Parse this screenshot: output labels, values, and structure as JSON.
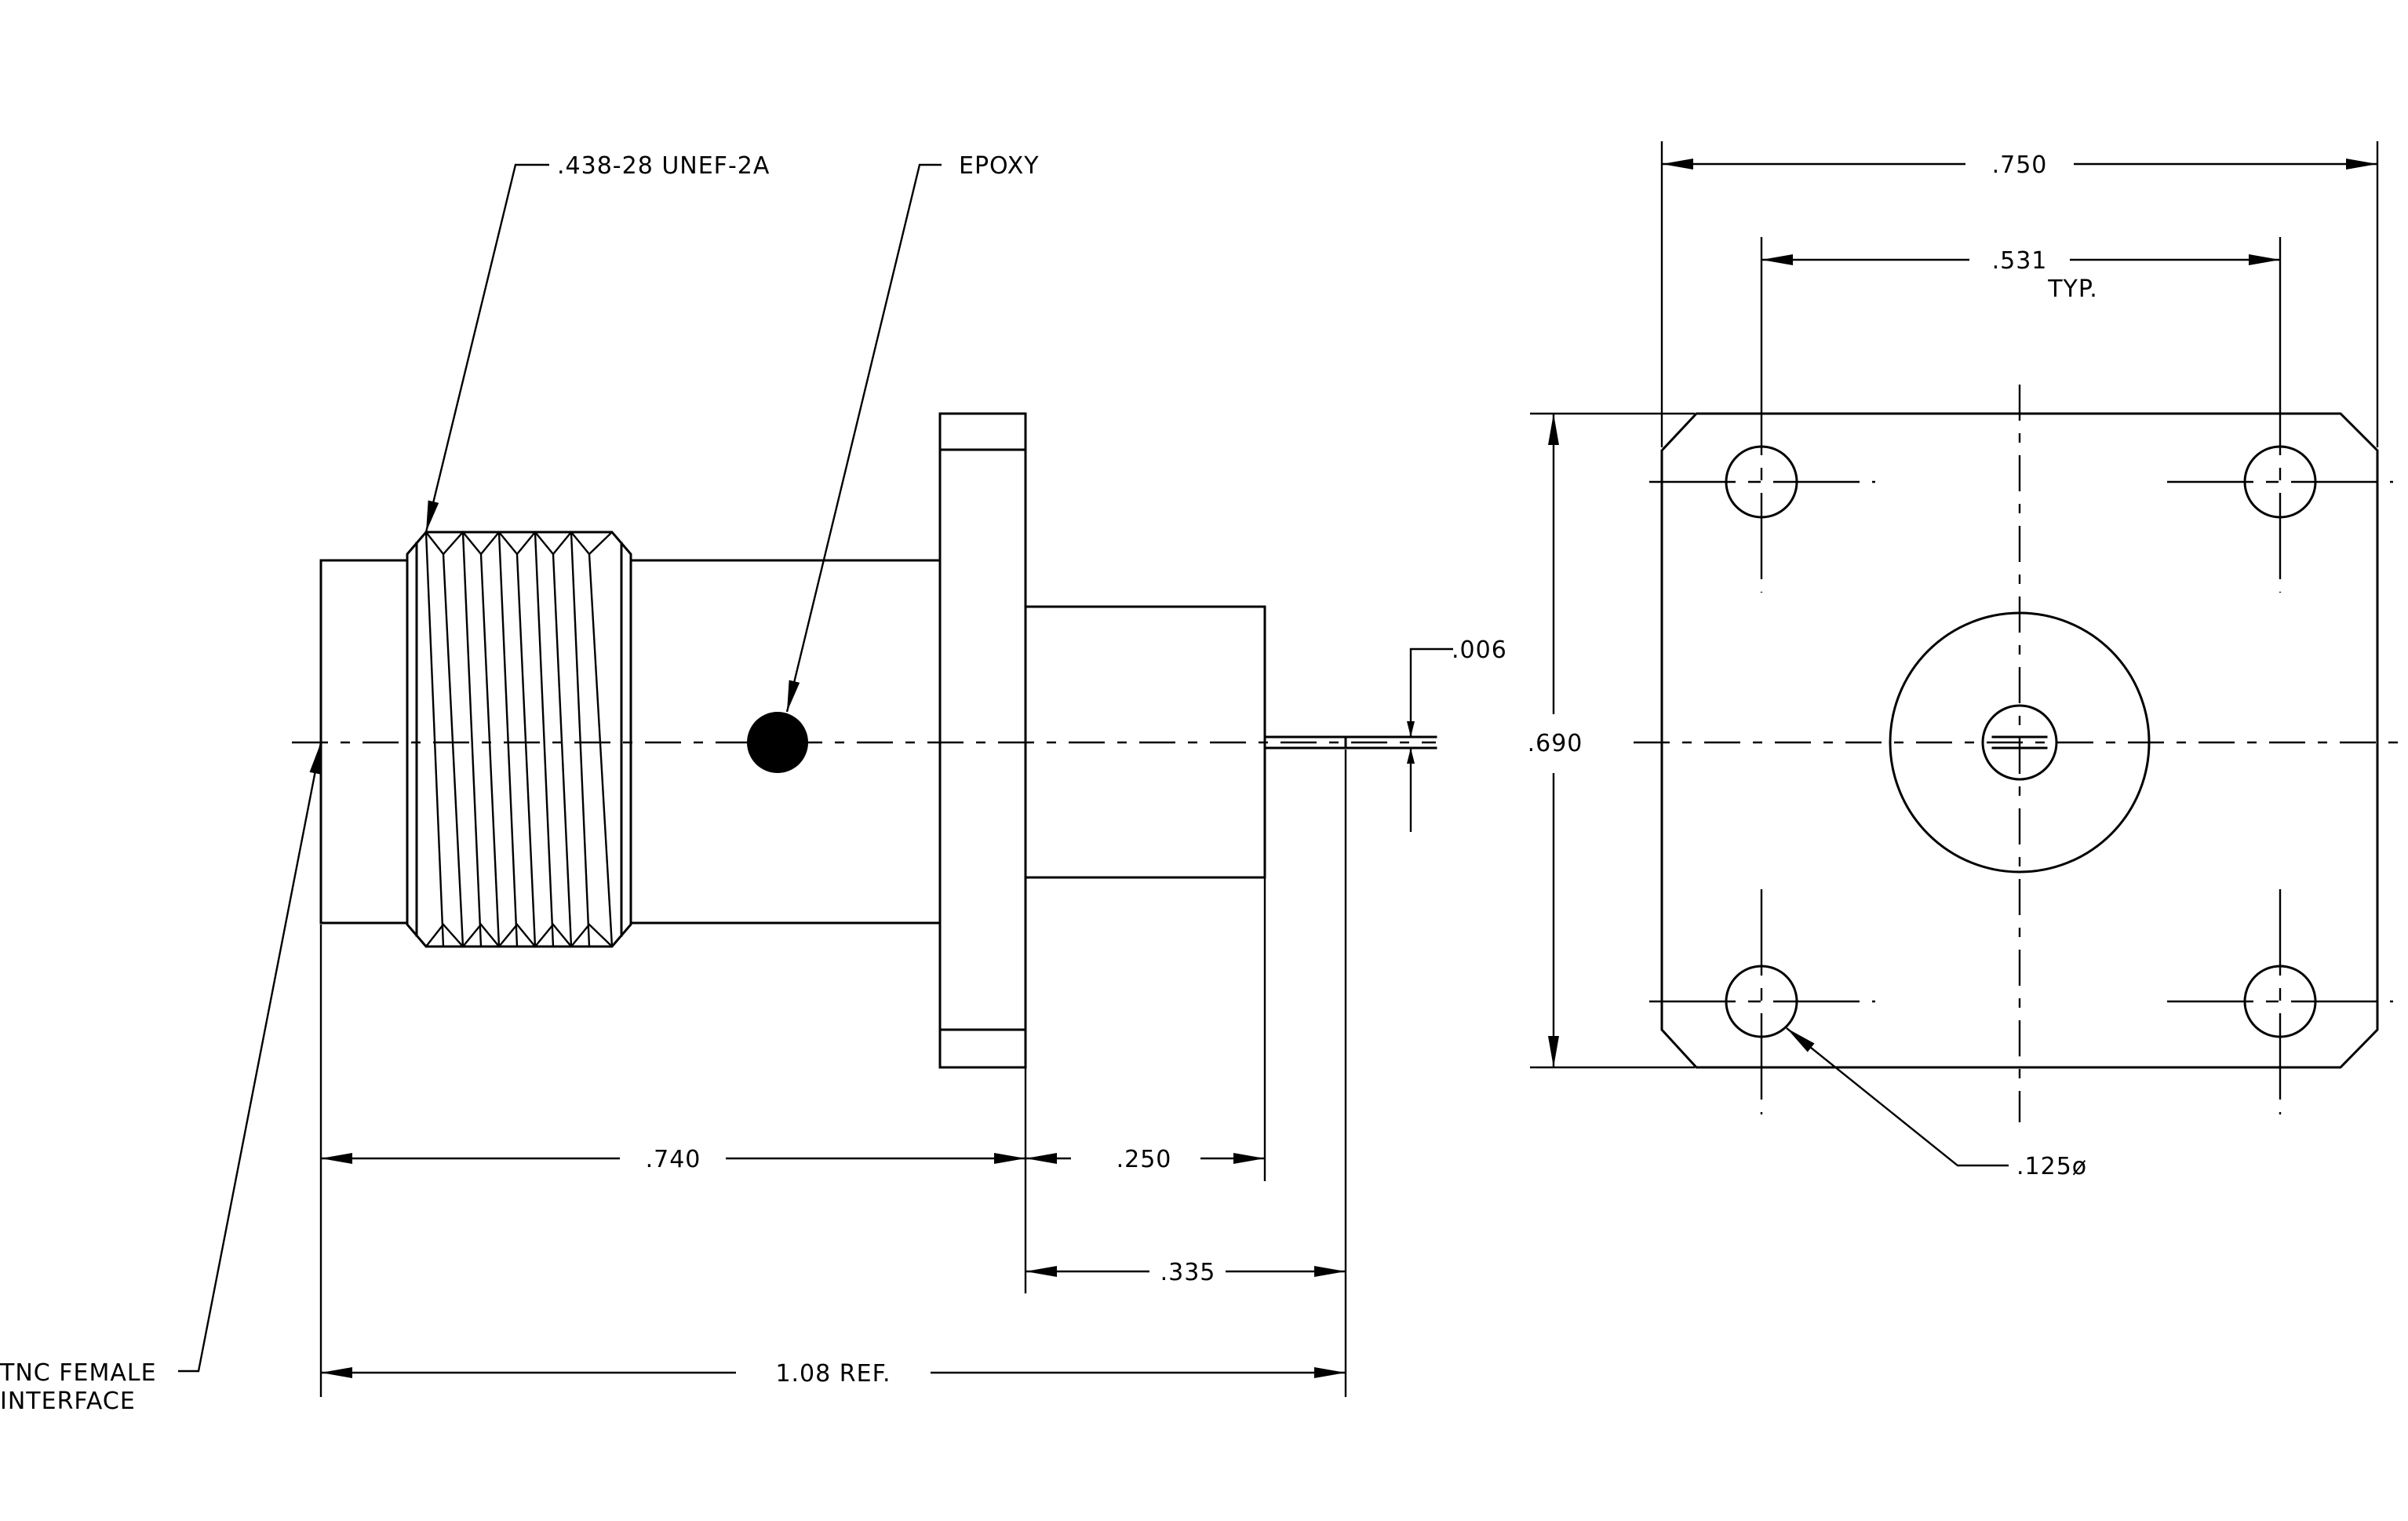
{
  "callouts": {
    "thread": ".438-28 UNEF-2A",
    "epoxy": "EPOXY",
    "interface_line1": "TNC FEMALE",
    "interface_line2": "INTERFACE",
    "hole": ".125ø"
  },
  "dimensions": {
    "pin_dia": ".006",
    "body_to_flange": ".740",
    "rear_body": ".250",
    "pin_length": ".335",
    "overall": "1.08 REF.",
    "flange_width": ".750",
    "hole_spacing": ".531",
    "hole_spacing_note": "TYP.",
    "flange_height": ".690"
  }
}
